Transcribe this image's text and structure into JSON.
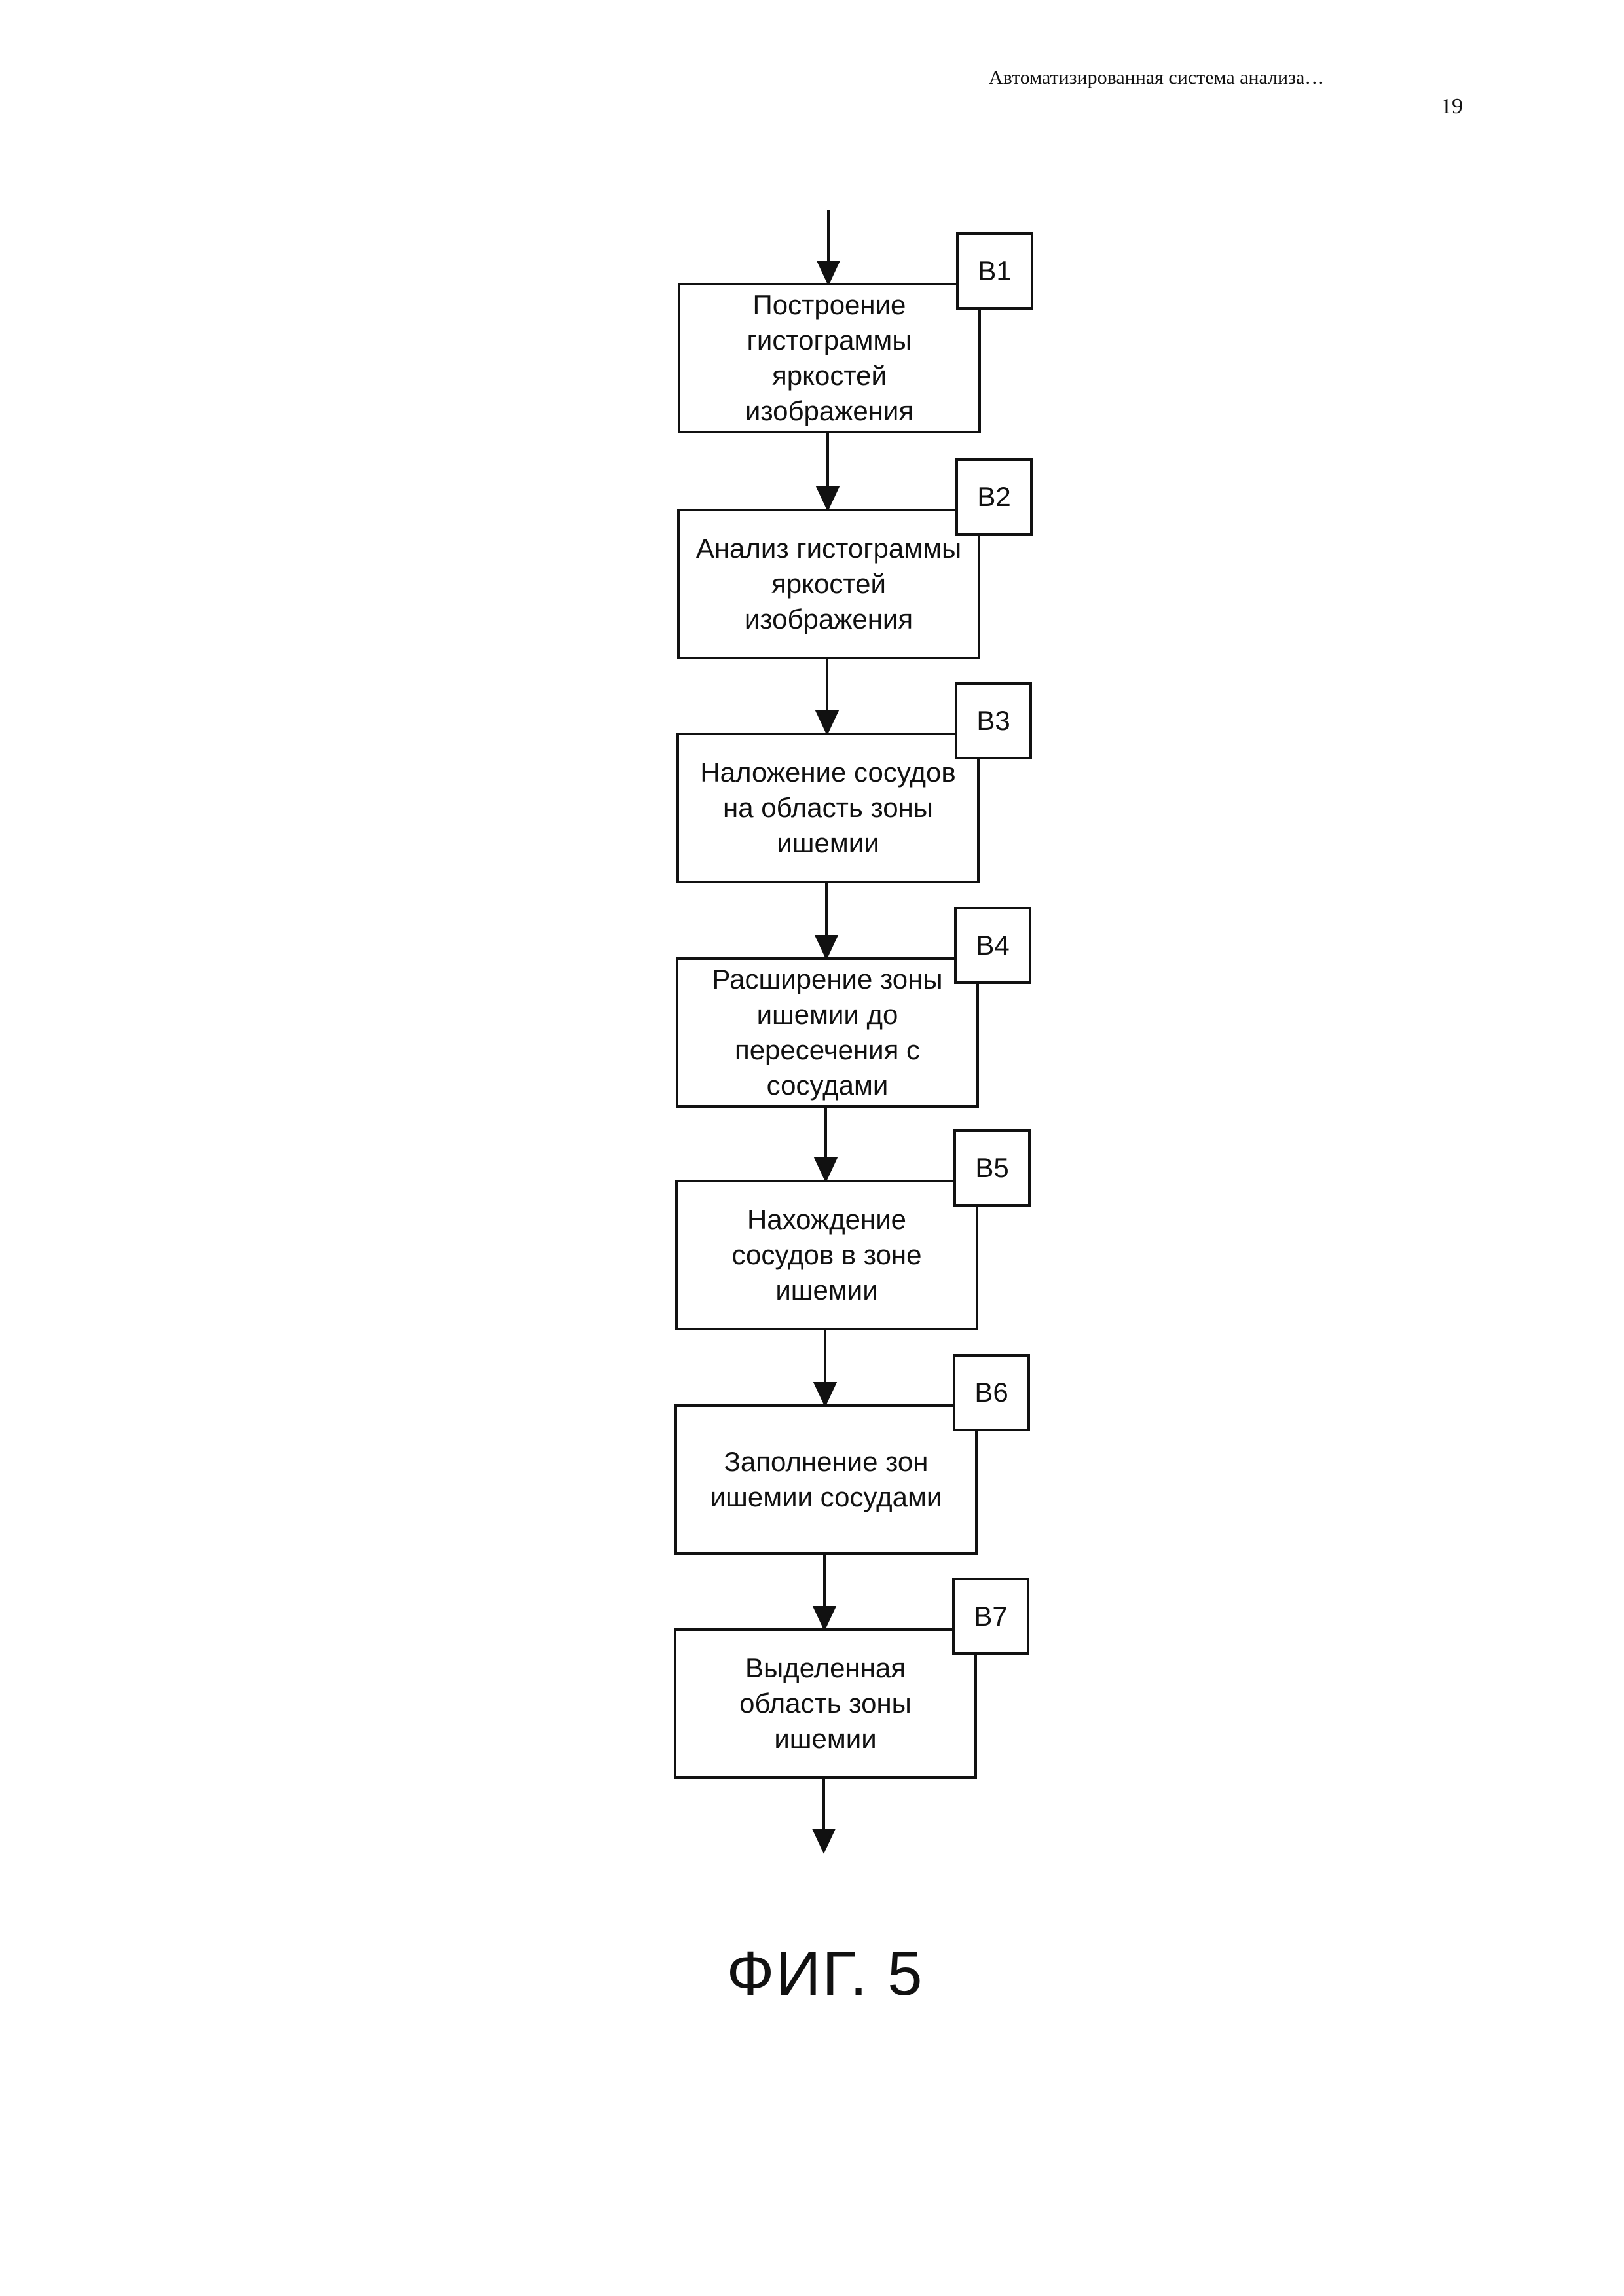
{
  "header": {
    "title": "Автоматизированная система анализа…",
    "page_number": "19"
  },
  "steps": [
    {
      "id": "B1",
      "text": "Построение\nгистограммы\nяркостей\nизображения"
    },
    {
      "id": "B2",
      "text": "Анализ гистограммы\nяркостей\nизображения"
    },
    {
      "id": "B3",
      "text": "Наложение сосудов\nна область зоны\nишемии"
    },
    {
      "id": "B4",
      "text": "Расширение зоны\nишемии до\nпересечения с\nсосудами"
    },
    {
      "id": "B5",
      "text": "Нахождение\nсосудов в зоне\nишемии"
    },
    {
      "id": "B6",
      "text": "Заполнение зон\nишемии сосудами"
    },
    {
      "id": "B7",
      "text": "Выделенная\nобласть зоны\nишемии"
    }
  ],
  "figure_caption": "ФИГ. 5"
}
